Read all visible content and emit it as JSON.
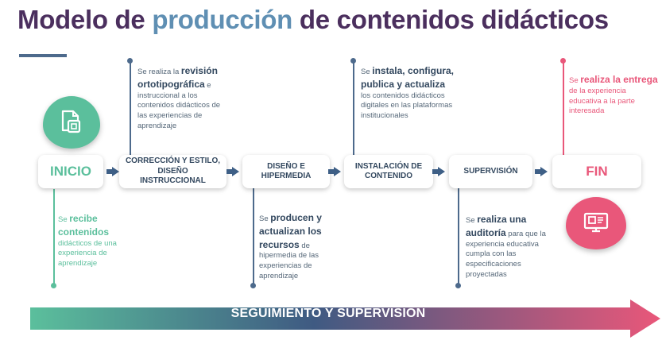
{
  "title": {
    "part1": "Modelo de ",
    "highlight": "producción",
    "part2": " de contenidos didácticos"
  },
  "stages": {
    "inicio": "INICIO",
    "correccion": "CORRECCIÓN Y ESTILO, DISEÑO INSTRUCCIONAL",
    "diseno": "DISEÑO E HIPERMEDIA",
    "instalacion": "INSTALACIÓN DE CONTENIDO",
    "supervision": "SUPERVISIÓN",
    "fin": "FIN"
  },
  "notes": {
    "inicio": {
      "pre": "Se ",
      "bold": "recibe contenidos",
      "rest": " didácticos de una experiencia de aprendizaje"
    },
    "correccion": {
      "pre": "Se realiza la ",
      "bold": "revisión ortotipográfica",
      "rest": " e instruccional a los contenidos didácticos de las experiencias de aprendizaje"
    },
    "diseno": {
      "pre": "Se ",
      "bold": "producen y actualizan los recursos",
      "rest": " de hipermedia de las experiencias de aprendizaje"
    },
    "instalacion": {
      "pre": "Se ",
      "bold": "instala, configura, publica y actualiza",
      "rest": " los contenidos didácticos digitales en las plataformas institucionales"
    },
    "supervision": {
      "pre": "Se ",
      "bold": "realiza una auditoría",
      "rest": " para que la experiencia educativa cumpla con las especificaciones proyectadas"
    },
    "fin": {
      "pre": "Se ",
      "bold": "realiza la entrega",
      "rest": " de la experiencia educativa a la parte interesada"
    }
  },
  "bottom_label": "SEGUIMIENTO Y SUPERVISIÓN",
  "colors": {
    "green": "#5bbf9c",
    "pink": "#e9577a",
    "navy": "#3e5f86",
    "purple": "#4b2f5e",
    "blue_highlight": "#5f8fb3"
  },
  "icons": {
    "start": "document-copy-icon",
    "end": "monitor-document-icon"
  }
}
